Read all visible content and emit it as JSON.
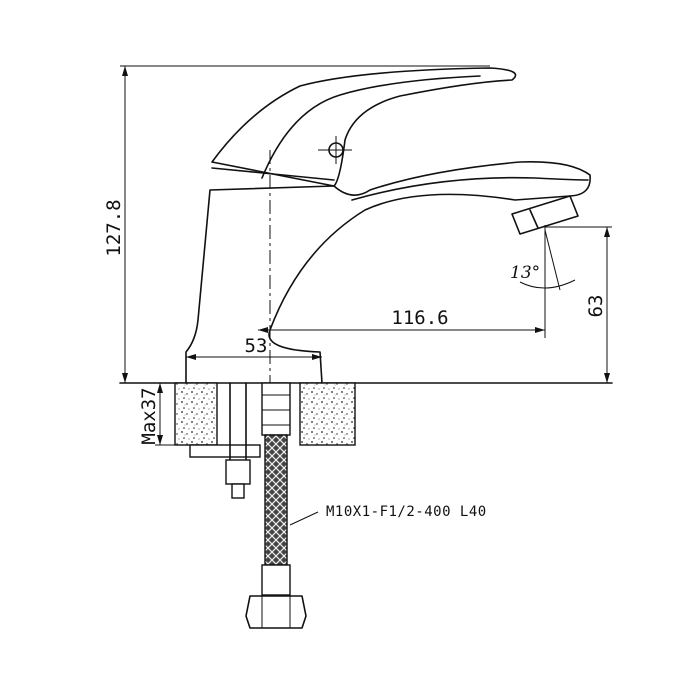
{
  "dimensions": {
    "overall_height": "127.8",
    "spout_reach": "116.6",
    "base_diameter": "53",
    "spout_height": "63",
    "max_thickness": "Max37",
    "spout_angle": "13°"
  },
  "hose_spec": "M10X1-F1/2-400 L40"
}
